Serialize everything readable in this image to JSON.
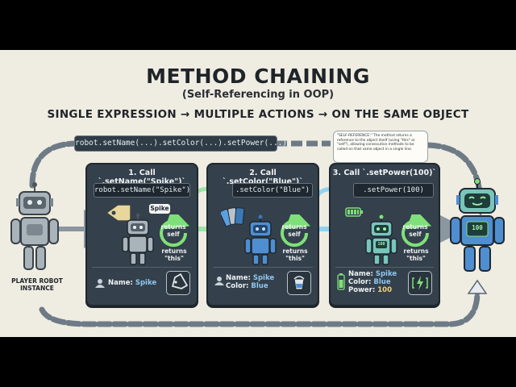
{
  "title": "METHOD CHAINING",
  "subtitle": "(Self-Referencing in OOP)",
  "tagline": "SINGLE EXPRESSION → MULTIPLE ACTIONS → ON THE SAME OBJECT",
  "code_banner": "robot.setName(...).setColor(...).setPower(...)",
  "note": "\"SELF-REFERENCE:\" The method returns a reference to the object itself (using \"this\" or \"self\"), allowing consecutive methods to be called on that same object in a single line.",
  "player_label": "PLAYER ROBOT INSTANCE",
  "speech_label": "Spike",
  "battery_label": "100",
  "steps": [
    {
      "title": "1. Call `.setName(\"Spike\")`",
      "code": "robot.setName(\"Spike\")",
      "returns_self": "returns self",
      "returns_this": "returns \"this\"",
      "state_name_label": "Name:",
      "state_name_value": "Spike"
    },
    {
      "title": "2. Call `.setColor(\"Blue\")`",
      "code": ".setColor(\"Blue\")",
      "returns_self": "returns self",
      "returns_this": "returns \"this\"",
      "state_name_label": "Name:",
      "state_name_value": "Spike",
      "state_color_label": "Color:",
      "state_color_value": "Blue"
    },
    {
      "title": "3. Call `.setPower(100)`",
      "code": ".setPower(100)",
      "returns_self": "returns self",
      "returns_this": "returns \"this\"",
      "state_name_label": "Name:",
      "state_name_value": "Spike",
      "state_color_label": "Color:",
      "state_color_value": "Blue",
      "state_power_label": "Power:",
      "state_power_value": "100"
    }
  ],
  "colors": {
    "background": "#efece2",
    "panel": "#34404b",
    "chain": "#6e7b86",
    "arrow_grey": "#8a96a0",
    "arrow_green": "#9fe3a6",
    "arrow_blue": "#8fd3f0",
    "cycle_green": "#7fe07a",
    "robot_grey": "#a9b3ba",
    "robot_blue": "#4f8ed1",
    "robot_teal": "#78c5bb",
    "accent_yellow": "#f3d47a"
  }
}
